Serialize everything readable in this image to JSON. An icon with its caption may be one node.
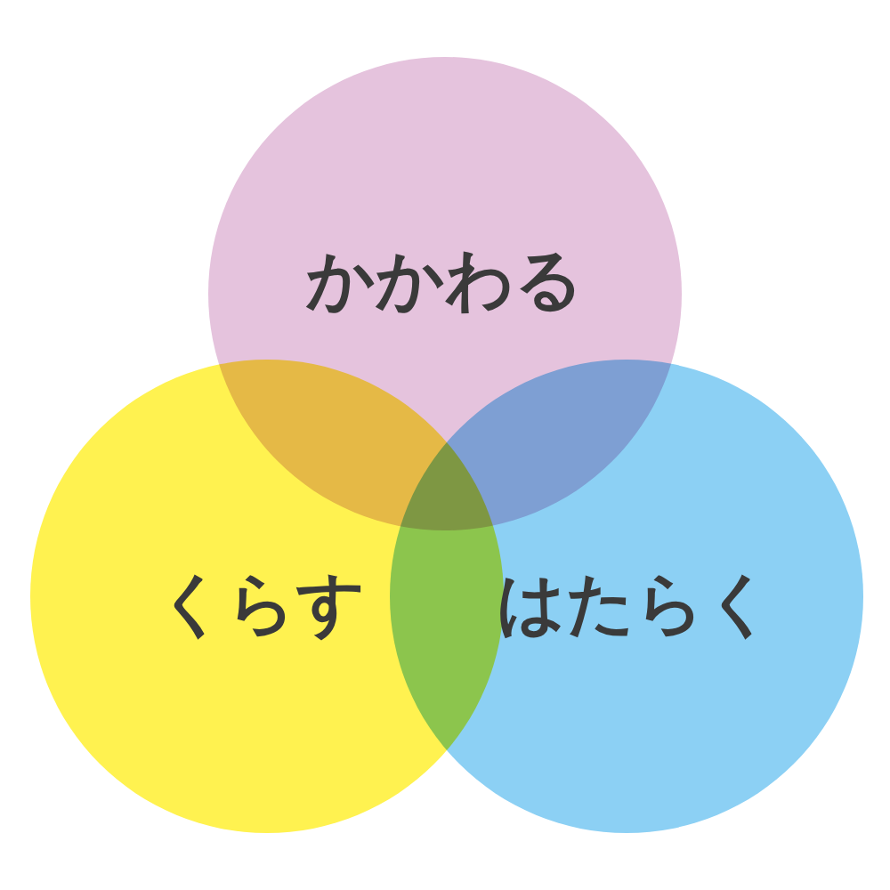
{
  "diagram": {
    "nodes": [
      {
        "text": [
          "かかわる"
        ]
      },
      {
        "text": [
          "くらす"
        ]
      },
      {
        "text": [
          "はたらく"
        ]
      }
    ]
  }
}
